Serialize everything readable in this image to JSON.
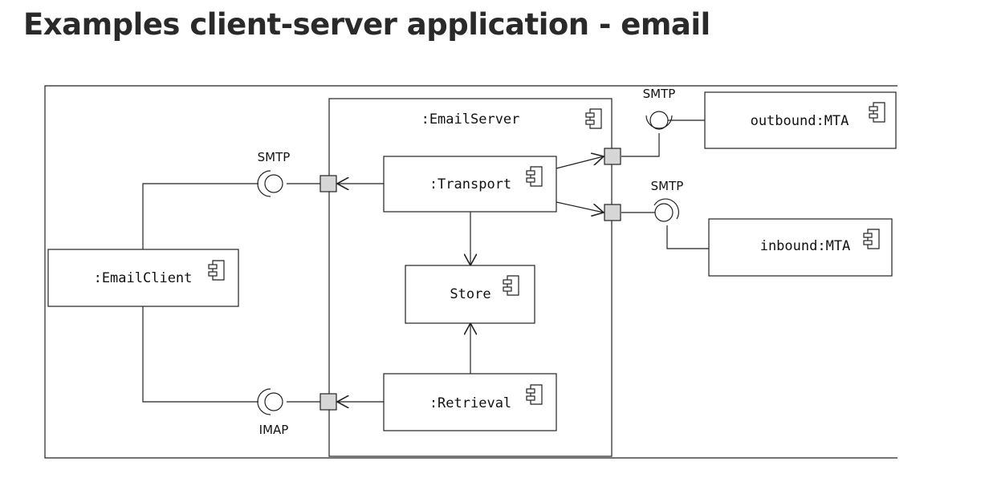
{
  "title": "Examples client-server application - email",
  "components": {
    "email_server": ":EmailServer",
    "transport": ":Transport",
    "store": "Store",
    "retrieval": ":Retrieval",
    "email_client": ":EmailClient",
    "outbound_mta": "outbound:MTA",
    "inbound_mta": "inbound:MTA"
  },
  "interfaces": {
    "client_smtp": "SMTP",
    "client_imap": "IMAP",
    "outbound_smtp": "SMTP",
    "inbound_smtp": "SMTP"
  },
  "icons": {
    "component": "uml-component-icon",
    "provided_interface": "lollipop-icon",
    "required_interface": "socket-icon",
    "port": "port-square-icon"
  },
  "colors": {
    "line": "#222222",
    "port_fill": "#d6d6d6",
    "title": "#2a2a2a"
  }
}
